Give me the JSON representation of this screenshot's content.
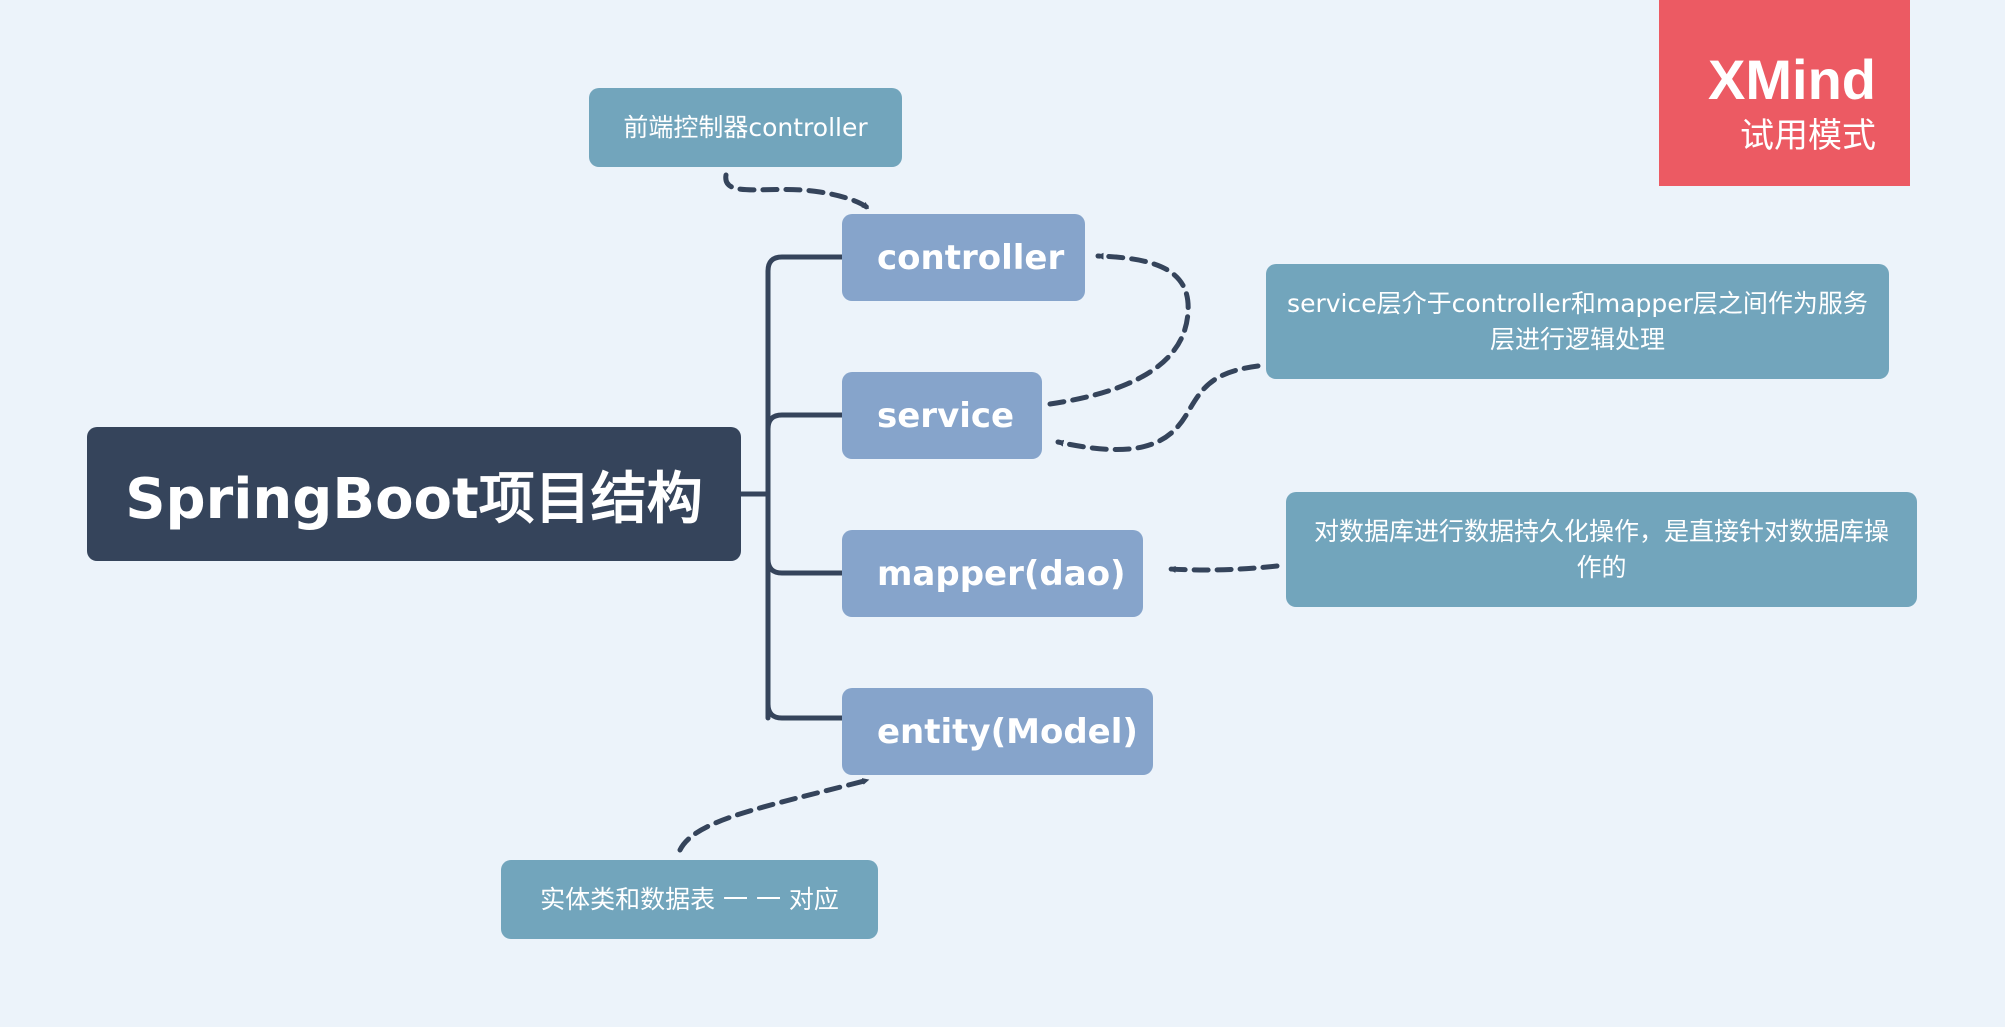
{
  "root": {
    "label": "SpringBoot项目结构"
  },
  "branches": [
    {
      "label": "controller"
    },
    {
      "label": "service"
    },
    {
      "label": "mapper(dao)"
    },
    {
      "label": "entity(Model)"
    }
  ],
  "notes": [
    {
      "text": "前端控制器controller",
      "target": "controller"
    },
    {
      "text": "service层介于controller和mapper层之间作为服务层进行逻辑处理",
      "target": "service"
    },
    {
      "text": "对数据库进行数据持久化操作，是直接针对数据库操作的",
      "target": "mapper(dao)"
    },
    {
      "text": "实体类和数据表 一 一 对应",
      "target": "entity(Model)"
    }
  ],
  "watermark": {
    "title": "XMind",
    "subtitle": "试用模式"
  },
  "colors": {
    "background": "#ecf3fa",
    "root": "#35445b",
    "branch": "#86a4cb",
    "note": "#72a5bc",
    "connector": "#35445b",
    "watermark": "#ec5a63"
  }
}
